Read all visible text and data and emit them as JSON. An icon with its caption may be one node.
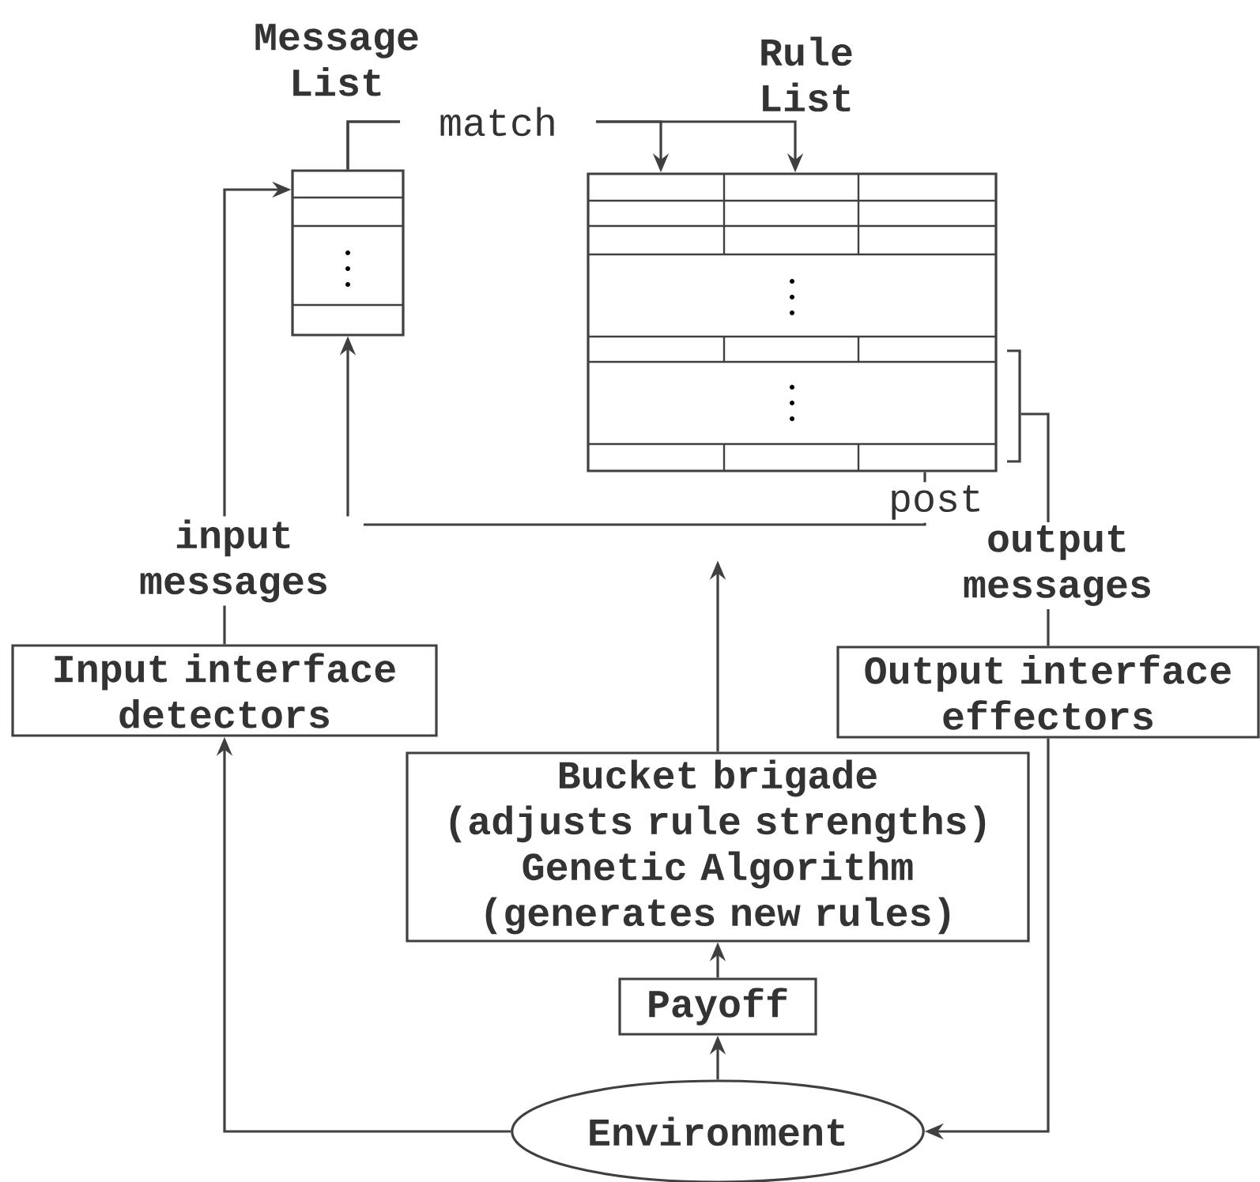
{
  "diagram": {
    "nodes": [
      {
        "text": [
          "Message List"
        ]
      },
      {
        "text": [
          "Rule List"
        ]
      },
      {
        "text": [
          "Input interface detectors"
        ]
      },
      {
        "text": [
          "Output interface effectors"
        ]
      },
      {
        "text": [
          "Bucket brigade",
          "(adjusts rule strengths)",
          "Genetic Algorithm",
          "(generates new rules)"
        ]
      },
      {
        "text": [
          "Payoff"
        ]
      },
      {
        "text": [
          "Environment"
        ]
      }
    ],
    "edges": [
      {
        "from": 2,
        "to": 0,
        "arrow": "to",
        "label": "input messages"
      },
      {
        "from": 0,
        "to": 1,
        "arrow": "to",
        "label": "match"
      },
      {
        "from": 0,
        "to": 1,
        "arrow": "to"
      },
      {
        "from": 1,
        "to": 0,
        "arrow": "to",
        "label": "post"
      },
      {
        "from": 1,
        "to": 3,
        "arrow": "none",
        "label": "output messages"
      },
      {
        "from": 4,
        "to": 1,
        "arrow": "to"
      },
      {
        "from": 5,
        "to": 4,
        "arrow": "to"
      },
      {
        "from": 6,
        "to": 5,
        "arrow": "to"
      },
      {
        "from": 6,
        "to": 2,
        "arrow": "to"
      },
      {
        "from": 3,
        "to": 6,
        "arrow": "to"
      }
    ]
  }
}
